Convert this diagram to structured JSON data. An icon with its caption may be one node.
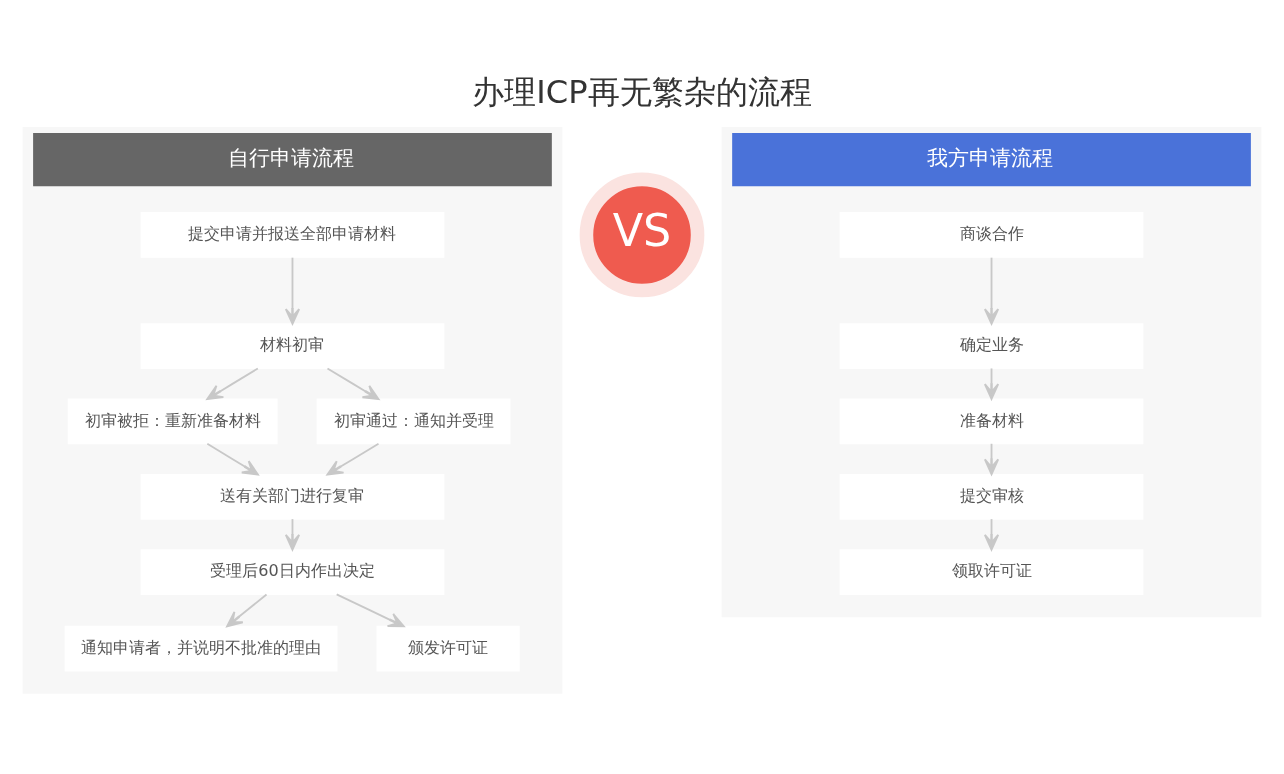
{
  "diagram": {
    "title": "办理ICP再无繁杂的流程",
    "nodes": [
      {
        "text": [
          "自行申请流程"
        ]
      },
      {
        "text": [
          "提交申请并报送全部申请材料"
        ],
        "in": 0
      },
      {
        "text": [
          "材料初审"
        ],
        "in": 0
      },
      {
        "text": [
          "初审被拒：重新准备材料"
        ],
        "in": 0
      },
      {
        "text": [
          "初审通过：通知并受理"
        ],
        "in": 0
      },
      {
        "text": [
          "送有关部门进行复审"
        ],
        "in": 0
      },
      {
        "text": [
          "受理后60日内作出决定"
        ],
        "in": 0
      },
      {
        "text": [
          "通知申请者，并说明不批准的理由"
        ],
        "in": 0
      },
      {
        "text": [
          "颁发许可证"
        ],
        "in": 0
      },
      {
        "text": [
          "VS"
        ]
      },
      {
        "text": [
          "我方申请流程"
        ]
      },
      {
        "text": [
          "商谈合作"
        ],
        "in": 10
      },
      {
        "text": [
          "确定业务"
        ],
        "in": 10
      },
      {
        "text": [
          "准备材料"
        ],
        "in": 10
      },
      {
        "text": [
          "提交审核"
        ],
        "in": 10
      },
      {
        "text": [
          "领取许可证"
        ],
        "in": 10
      }
    ],
    "edges": [
      {
        "from": 1,
        "to": 2,
        "arrow": "to"
      },
      {
        "from": 2,
        "to": 3,
        "arrow": "to"
      },
      {
        "from": 2,
        "to": 4,
        "arrow": "to"
      },
      {
        "from": 3,
        "to": 5,
        "arrow": "to"
      },
      {
        "from": 4,
        "to": 5,
        "arrow": "to"
      },
      {
        "from": 5,
        "to": 6,
        "arrow": "to"
      },
      {
        "from": 6,
        "to": 7,
        "arrow": "to"
      },
      {
        "from": 6,
        "to": 8,
        "arrow": "to"
      },
      {
        "from": 11,
        "to": 12,
        "arrow": "to"
      },
      {
        "from": 12,
        "to": 13,
        "arrow": "to"
      },
      {
        "from": 13,
        "to": 14,
        "arrow": "to"
      },
      {
        "from": 14,
        "to": 15,
        "arrow": "to"
      }
    ]
  }
}
